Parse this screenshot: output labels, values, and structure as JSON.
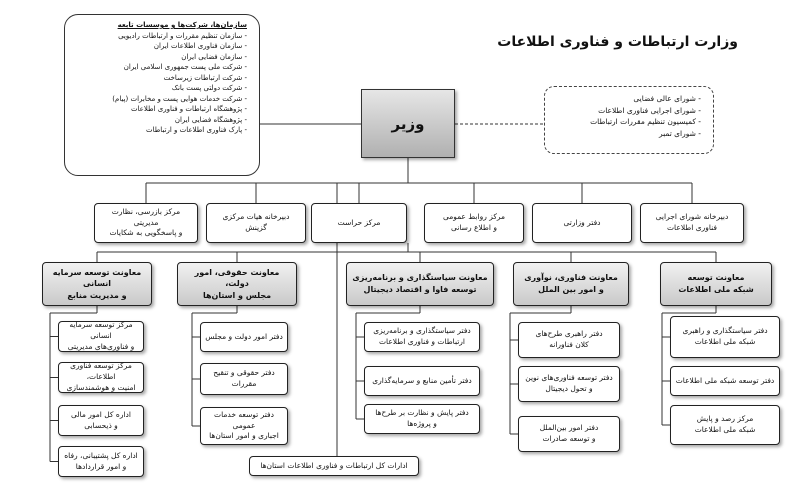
{
  "title": "وزارت ارتباطات و فناوری اطلاعات",
  "minister": "وزیر",
  "orgs": {
    "heading": "سازمان‌ها، شرکت‌ها و موسسات تابعه",
    "items": [
      "- سازمان تنظیم مقررات و ارتباطات رادیویی",
      "- سازمان فناوری اطلاعات ایران",
      "- سازمان فضایی ایران",
      "- شرکت ملی پست جمهوری اسلامی ایران",
      "- شرکت ارتباطات زیرساخت",
      "- شرکت دولتی پست بانک",
      "- شرکت خدمات هوایی پست و مخابرات (پیام)",
      "- پژوهشگاه ارتباطات و فناوری اطلاعات",
      "- پژوهشگاه فضایی ایران",
      "- پارک فناوری اطلاعات و ارتباطات"
    ]
  },
  "councils": [
    "- شورای عالی فضایی",
    "- شورای اجرایی فناوری اطلاعات",
    "- کمیسیون تنظیم مقررات ارتباطات",
    "- شورای تمبر"
  ],
  "staff_units": [
    [
      "مرکز بازرسی، نظارت مدیریتی",
      "و پاسخگویی به شکایات"
    ],
    [
      "دبیرخانه هیات مرکزی گزینش"
    ],
    [
      "مرکز حراست"
    ],
    [
      "مرکز روابط عمومی",
      "و اطلاع رسانی"
    ],
    [
      "دفتر وزارتی"
    ],
    [
      "دبیرخانه شورای اجرایی",
      "فناوری اطلاعات"
    ]
  ],
  "deputies": [
    {
      "title": [
        "معاونت توسعه سرمایه انسانی",
        "و مدیریت منابع"
      ],
      "offices": [
        [
          "مرکز توسعه سرمایه انسانی",
          "و فناوری‌های مدیریتی"
        ],
        [
          "مرکز توسعه فناوری اطلاعات،",
          "امنیت و هوشمندسازی"
        ],
        [
          "اداره کل امور مالی",
          "و ذیحسابی"
        ],
        [
          "اداره کل پشتیبانی، رفاه",
          "و امور قراردادها"
        ]
      ]
    },
    {
      "title": [
        "معاونت حقوقی، امور دولت،",
        "مجلس و استان‌ها"
      ],
      "offices": [
        [
          "دفتر امور دولت و مجلس"
        ],
        [
          "دفتر حقوقی و تنقیح مقررات"
        ],
        [
          "دفتر توسعه خدمات عمومی",
          "اجباری و امور استان‌ها"
        ]
      ]
    },
    {
      "title": [
        "معاونت سیاستگذاری و برنامه‌ریزی",
        "توسعه فاوا و اقتصاد دیجیتال"
      ],
      "offices": [
        [
          "دفتر سیاستگذاری و برنامه‌ریزی",
          "ارتباطات و فناوری اطلاعات"
        ],
        [
          "دفتر تأمین منابع و سرمایه‌گذاری"
        ],
        [
          "دفتر پایش و نظارت بر طرح‌ها",
          "و پروژه‌ها"
        ]
      ]
    },
    {
      "title": [
        "معاونت فناوری، نوآوری",
        "و امور بین الملل"
      ],
      "offices": [
        [
          "دفتر راهبری طرح‌های",
          "کلان فناورانه"
        ],
        [
          "دفتر توسعه فناوری‌های نوین",
          "و تحول دیجیتال"
        ],
        [
          "دفتر امور بین‌الملل",
          "و توسعه صادرات"
        ]
      ]
    },
    {
      "title": [
        "معاونت توسعه",
        "شبکه ملی اطلاعات"
      ],
      "offices": [
        [
          "دفتر سیاستگذاری و راهبری",
          "شبکه ملی اطلاعات"
        ],
        [
          "دفتر توسعه شبکه ملی اطلاعات"
        ],
        [
          "مرکز رصد و پایش",
          "شبکه ملی اطلاعات"
        ]
      ]
    }
  ],
  "provincial": "ادارات کل ارتباطات و فناوری اطلاعات استان‌ها"
}
